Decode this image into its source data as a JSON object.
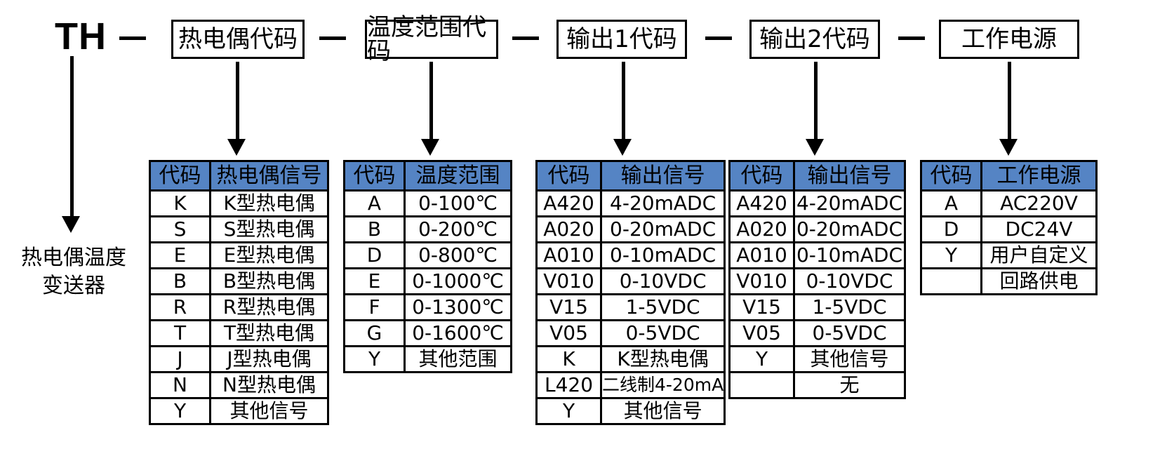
{
  "model": {
    "prefix": "TH",
    "separator": "—",
    "segments": [
      {
        "label": "热电偶代码"
      },
      {
        "label": "温度范围代码"
      },
      {
        "label": "输出1代码"
      },
      {
        "label": "输出2代码"
      },
      {
        "label": "工作电源"
      }
    ]
  },
  "product_caption": "热电偶温度\n变送器",
  "product_caption_line1": "热电偶温度",
  "product_caption_line2": "变送器",
  "colors": {
    "header_blue": "#5584c4",
    "line": "#000000",
    "background": "#ffffff"
  },
  "tables": [
    {
      "name": "thermocouple-table",
      "headers": [
        "代码",
        "热电偶信号"
      ],
      "rows": [
        [
          "K",
          "K型热电偶"
        ],
        [
          "S",
          "S型热电偶"
        ],
        [
          "E",
          "E型热电偶"
        ],
        [
          "B",
          "B型热电偶"
        ],
        [
          "R",
          "R型热电偶"
        ],
        [
          "T",
          "T型热电偶"
        ],
        [
          "J",
          "J型热电偶"
        ],
        [
          "N",
          "N型热电偶"
        ],
        [
          "Y",
          "其他信号"
        ]
      ]
    },
    {
      "name": "temperature-range-table",
      "headers": [
        "代码",
        "温度范围"
      ],
      "rows": [
        [
          "A",
          "0-100℃"
        ],
        [
          "B",
          "0-200℃"
        ],
        [
          "D",
          "0-800℃"
        ],
        [
          "E",
          "0-1000℃"
        ],
        [
          "F",
          "0-1300℃"
        ],
        [
          "G",
          "0-1600℃"
        ],
        [
          "Y",
          "其他范围"
        ]
      ]
    },
    {
      "name": "output1-table",
      "headers": [
        "代码",
        "输出信号"
      ],
      "rows": [
        [
          "A420",
          "4-20mADC"
        ],
        [
          "A020",
          "0-20mADC"
        ],
        [
          "A010",
          "0-10mADC"
        ],
        [
          "V010",
          "0-10VDC"
        ],
        [
          "V15",
          "1-5VDC"
        ],
        [
          "V05",
          "0-5VDC"
        ],
        [
          "K",
          "K型热电偶"
        ],
        [
          "L420",
          "二线制4-20mA"
        ],
        [
          "Y",
          "其他信号"
        ]
      ]
    },
    {
      "name": "output2-table",
      "headers": [
        "代码",
        "输出信号"
      ],
      "rows": [
        [
          "A420",
          "4-20mADC"
        ],
        [
          "A020",
          "0-20mADC"
        ],
        [
          "A010",
          "0-10mADC"
        ],
        [
          "V010",
          "0-10VDC"
        ],
        [
          "V15",
          "1-5VDC"
        ],
        [
          "V05",
          "0-5VDC"
        ],
        [
          "Y",
          "其他信号"
        ],
        [
          "",
          "无"
        ]
      ]
    },
    {
      "name": "power-supply-table",
      "headers": [
        "代码",
        "工作电源"
      ],
      "rows": [
        [
          "A",
          "AC220V"
        ],
        [
          "D",
          "DC24V"
        ],
        [
          "Y",
          "用户自定义"
        ],
        [
          "",
          "回路供电"
        ]
      ]
    }
  ]
}
